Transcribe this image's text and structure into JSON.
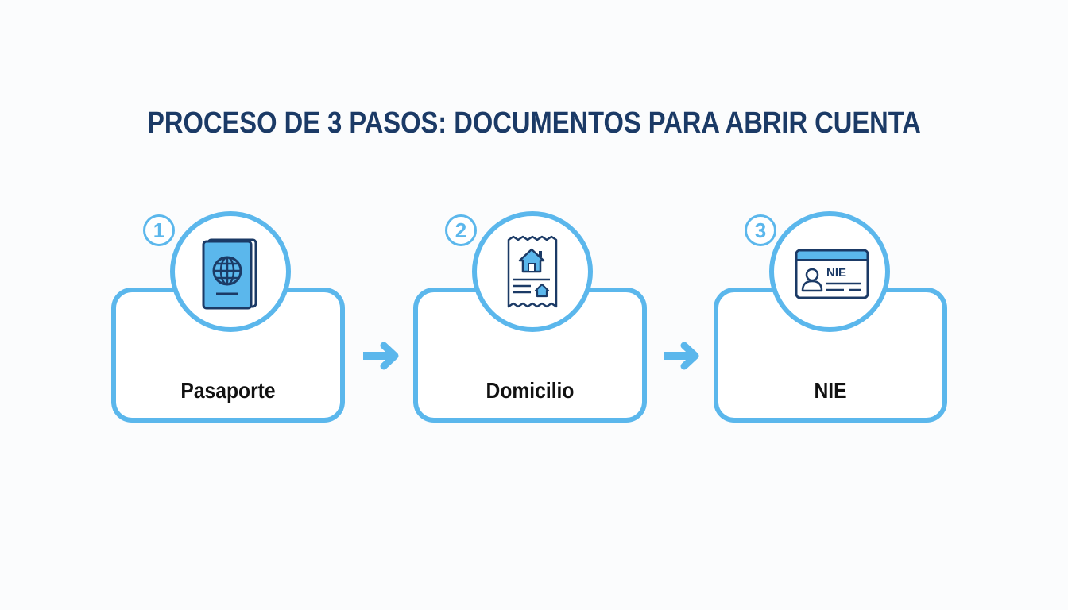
{
  "title": "PROCESO DE 3 PASOS: DOCUMENTOS PARA ABRIR CUENTA",
  "colors": {
    "accent": "#5bb7ec",
    "title": "#1b3a66",
    "icon_stroke": "#1b3a66",
    "icon_fill": "#5bb7ec",
    "label": "#111111"
  },
  "steps": [
    {
      "number": "1",
      "label": "Pasaporte",
      "icon": "passport-icon"
    },
    {
      "number": "2",
      "label": "Domicilio",
      "icon": "utility-bill-house-icon"
    },
    {
      "number": "3",
      "label": "NIE",
      "icon": "id-card-icon",
      "icon_text": "NIE"
    }
  ],
  "connectors": [
    "arrow-right-icon",
    "arrow-right-icon"
  ]
}
